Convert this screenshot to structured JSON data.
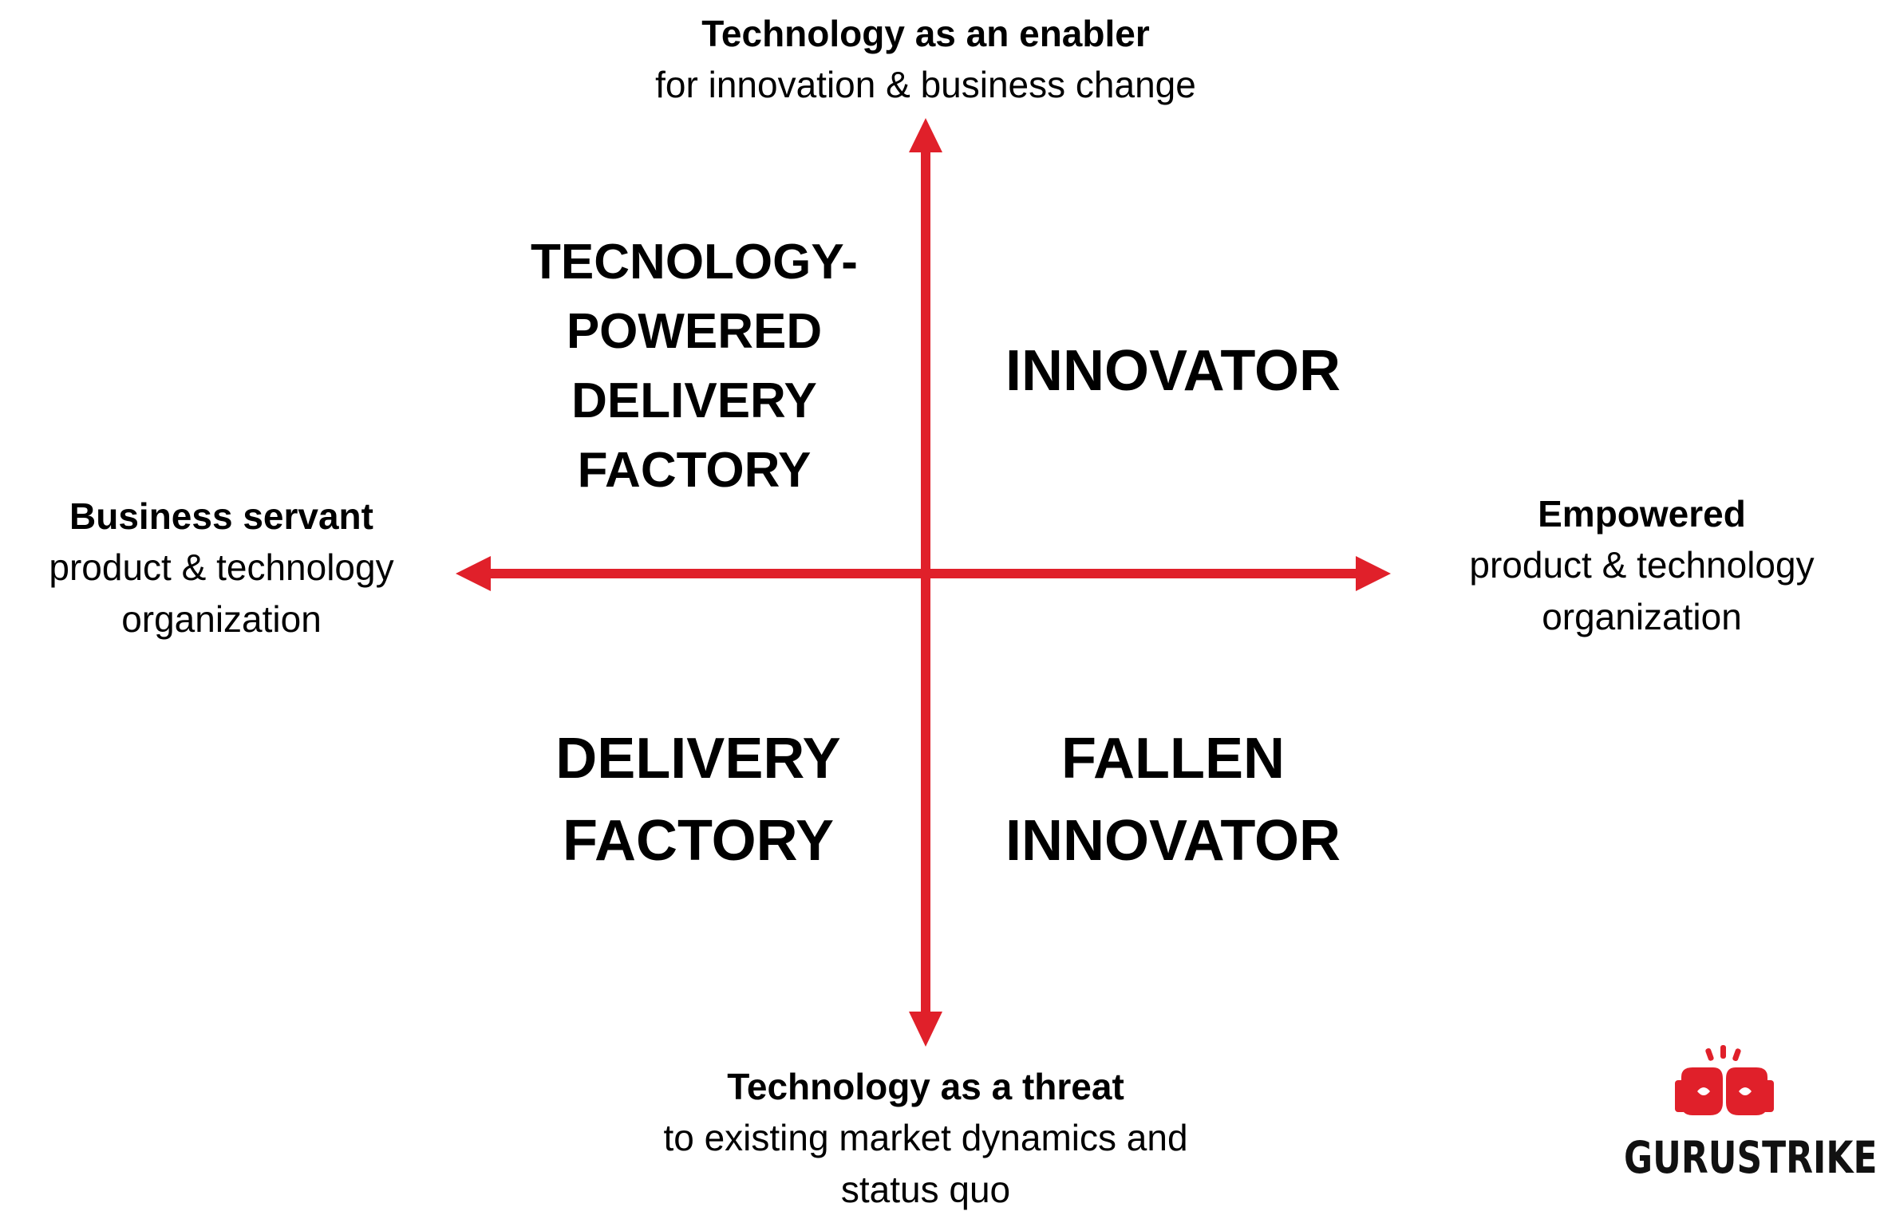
{
  "axes": {
    "top": {
      "strong": "Technology as an enabler",
      "sub": "for innovation & business change"
    },
    "bottom": {
      "strong": "Technology as a threat",
      "sub_line1": "to existing market dynamics and",
      "sub_line2": "status quo"
    },
    "left": {
      "strong": "Business servant",
      "sub_line1": "product & technology",
      "sub_line2": "organization"
    },
    "right": {
      "strong": "Empowered",
      "sub_line1": "product & technology",
      "sub_line2": "organization"
    }
  },
  "quadrants": {
    "top_left": {
      "lines": [
        "TECNOLOGY-",
        "POWERED",
        "DELIVERY",
        "FACTORY"
      ]
    },
    "top_right": {
      "lines": [
        "INNOVATOR"
      ]
    },
    "bottom_left": {
      "lines": [
        "DELIVERY",
        "FACTORY"
      ]
    },
    "bottom_right": {
      "lines": [
        "FALLEN",
        "INNOVATOR"
      ]
    }
  },
  "logo": {
    "text": "GURUSTRIKE",
    "icon": "boxing-gloves-icon"
  },
  "colors": {
    "arrow": "#E0202A",
    "logo_red": "#E0202A",
    "text": "#000000"
  }
}
